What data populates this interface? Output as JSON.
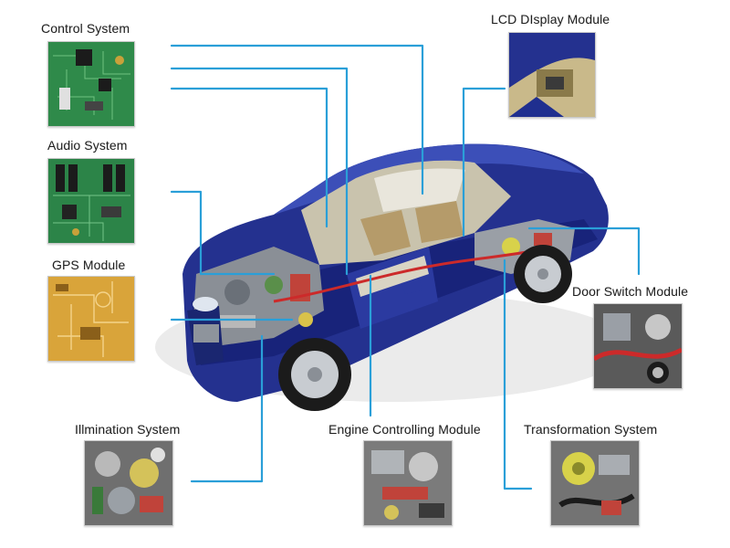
{
  "colors": {
    "connector": "#2a9fd8",
    "body_blue": "#1f2f8f",
    "pcb_green": "#2f8a4a",
    "pcb_gold": "#d9a43a"
  },
  "modules": {
    "control_system": {
      "label": "Control System",
      "icon": "pcb-board-icon"
    },
    "audio_system": {
      "label": "Audio System",
      "icon": "pcb-board-icon"
    },
    "gps_module": {
      "label": "GPS  Module",
      "icon": "pcb-board-icon"
    },
    "illumination_system": {
      "label": "Illmination System",
      "icon": "mechanical-parts-icon"
    },
    "engine_module": {
      "label": "Engine Controlling Module",
      "icon": "engine-parts-icon"
    },
    "transformation_system": {
      "label": "Transformation System",
      "icon": "transmission-parts-icon"
    },
    "door_switch_module": {
      "label": "Door Switch Module",
      "icon": "door-wiring-icon"
    },
    "lcd_display_module": {
      "label": "LCD DIsplay Module",
      "icon": "car-interior-icon"
    }
  }
}
